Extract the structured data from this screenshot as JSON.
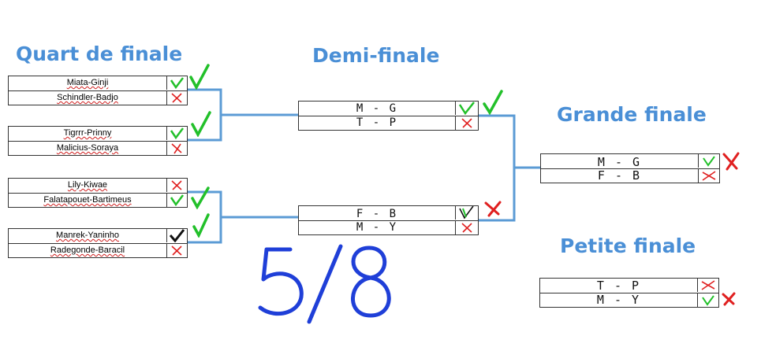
{
  "headings": {
    "quarter": "Quart de finale",
    "semi": "Demi-finale",
    "final": "Grande finale",
    "third": "Petite finale"
  },
  "quarter_finals": [
    {
      "top": "Miata-Ginji",
      "bottom": "Schindler-Badjo"
    },
    {
      "top": "Tigrrr-Prinny",
      "bottom": "Malicius-Soraya"
    },
    {
      "top": "Lily-Kiwae",
      "bottom": "Falatapouet-Bartimeus"
    },
    {
      "top": "Manrek-Yaninho",
      "bottom": "Radegonde-Baracil"
    }
  ],
  "semi_finals": [
    {
      "top": "M - G",
      "bottom": "T - P"
    },
    {
      "top": "F - B",
      "bottom": "M - Y"
    }
  ],
  "grand_final": {
    "top": "M - G",
    "bottom": "F - B"
  },
  "petite_finale": {
    "top": "T - P",
    "bottom": "M - Y"
  },
  "score": "5/8",
  "colors": {
    "heading": "#4a8fd6",
    "connector": "#5b9bd5",
    "check_green": "#22c02a",
    "cross_red": "#e02020",
    "check_black": "#111111",
    "score_ink": "#1f3fd8"
  }
}
